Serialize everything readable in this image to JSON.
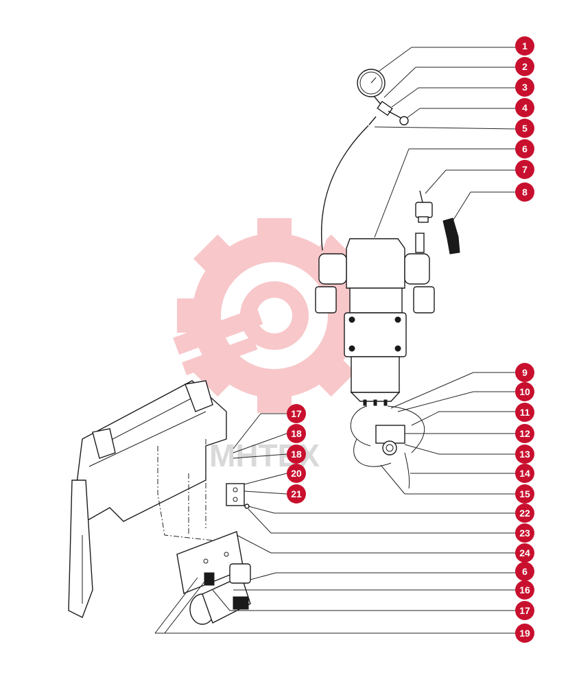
{
  "watermark": {
    "text": "MHTEX",
    "color": "#f39aa0"
  },
  "accent_color": "#c8102e",
  "callouts": [
    {
      "label": "1"
    },
    {
      "label": "2"
    },
    {
      "label": "3"
    },
    {
      "label": "4"
    },
    {
      "label": "5"
    },
    {
      "label": "6"
    },
    {
      "label": "7"
    },
    {
      "label": "8"
    },
    {
      "label": "9"
    },
    {
      "label": "10"
    },
    {
      "label": "11"
    },
    {
      "label": "12"
    },
    {
      "label": "13"
    },
    {
      "label": "14"
    },
    {
      "label": "15"
    },
    {
      "label": "17"
    },
    {
      "label": "18"
    },
    {
      "label": "18"
    },
    {
      "label": "20"
    },
    {
      "label": "21"
    },
    {
      "label": "22"
    },
    {
      "label": "23"
    },
    {
      "label": "24"
    },
    {
      "label": "6"
    },
    {
      "label": "16"
    },
    {
      "label": "17"
    },
    {
      "label": "19"
    }
  ]
}
